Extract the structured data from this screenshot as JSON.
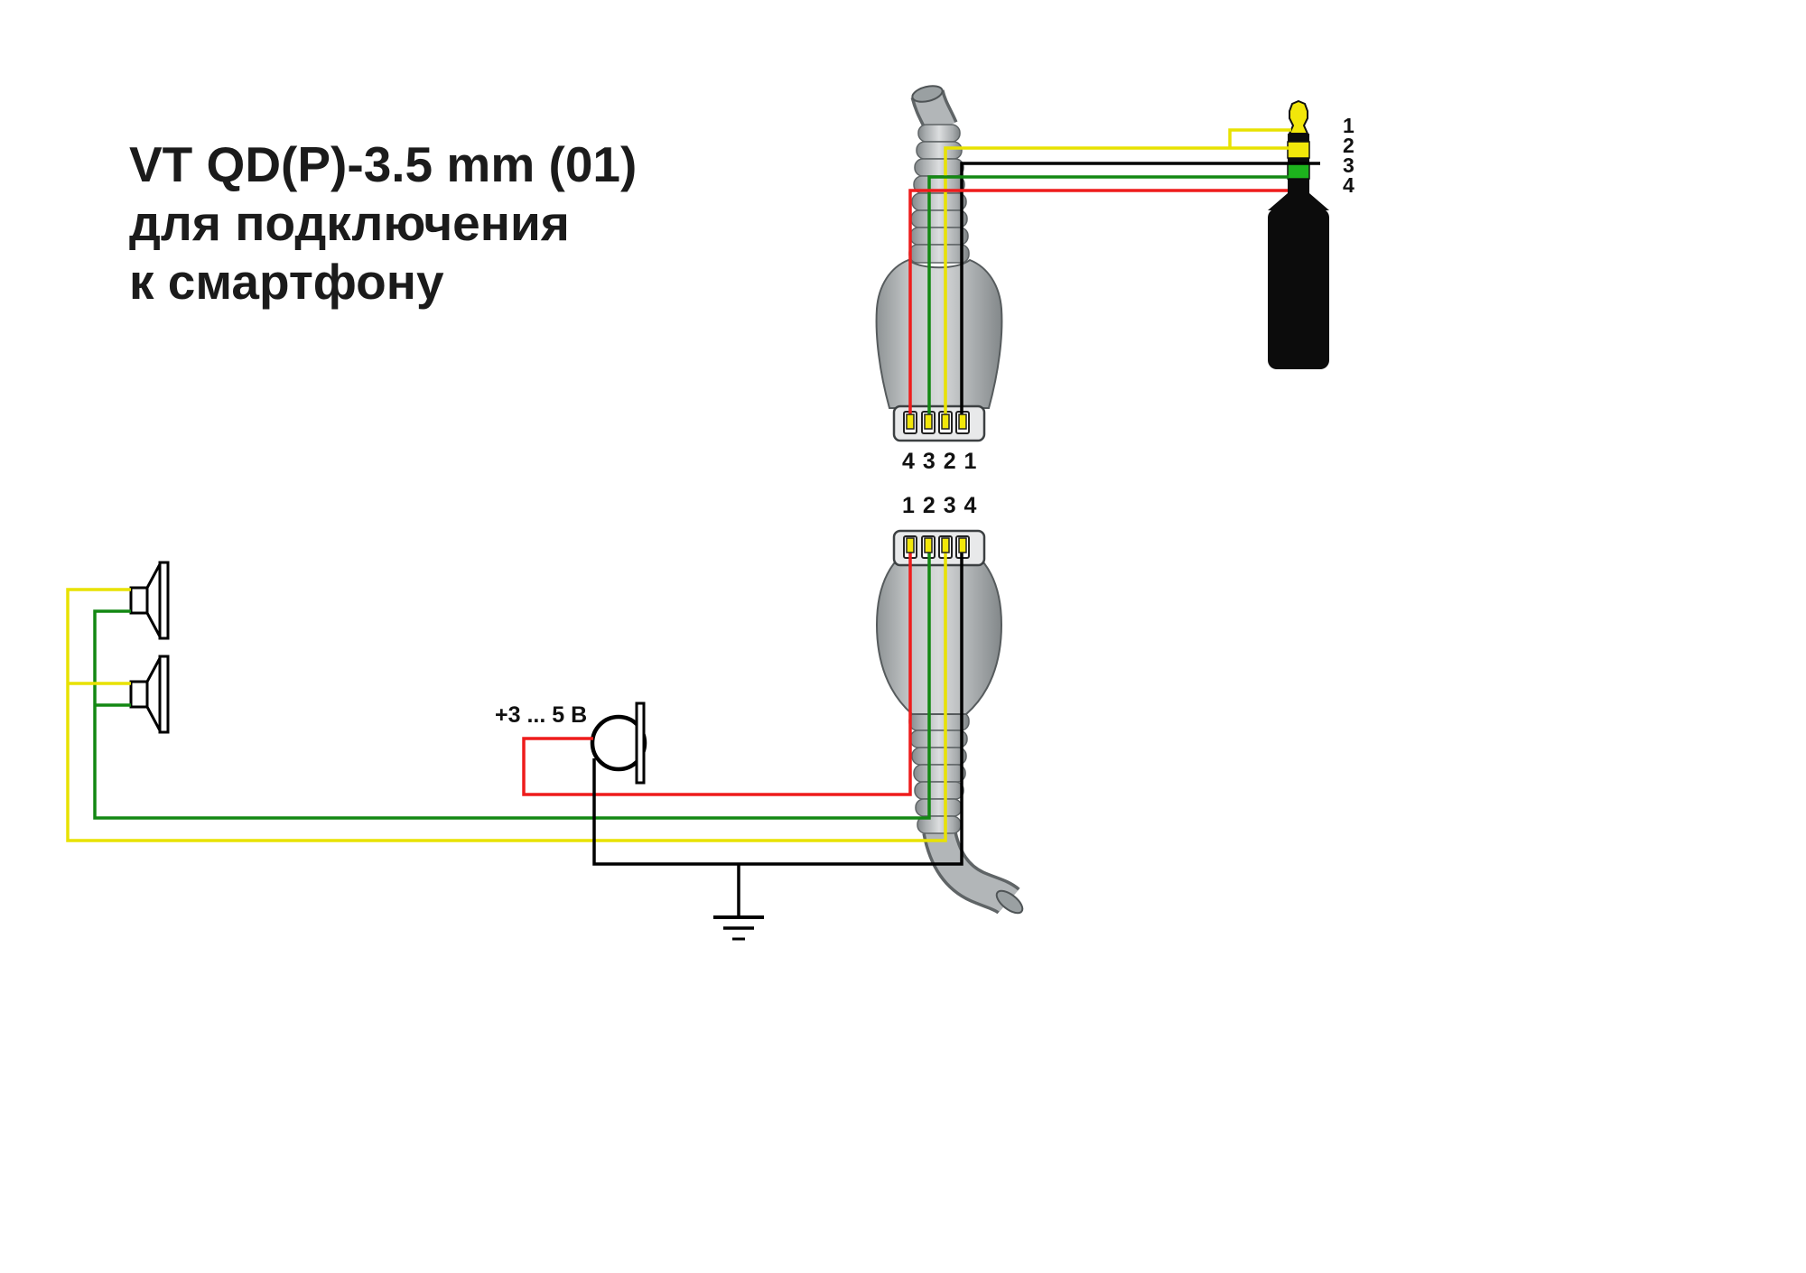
{
  "title": {
    "line1": "VT QD(P)-3.5 mm (01)",
    "line2": "для подключения",
    "line3": "к смартфону"
  },
  "mic": {
    "voltage_label": "+3 ... 5 В"
  },
  "qd_connector_top": {
    "pin_labels": "4 3 2 1"
  },
  "qd_connector_bottom": {
    "pin_labels": "1 2 3 4"
  },
  "jack": {
    "pin_labels": [
      "1",
      "2",
      "3",
      "4"
    ]
  },
  "colors": {
    "wire_yellow": "#e8e200",
    "wire_green": "#138813",
    "wire_red": "#ee1c1c",
    "wire_black": "#000000",
    "pin_yellow": "#f2e70a",
    "jack_tip_yellow": "#f2e70a",
    "jack_band_yellow": "#f2e70a",
    "jack_band_green": "#1db31d",
    "jack_black": "#0c0c0c",
    "connector_gray": "#b2b6b8",
    "ink": "#1b1b1b"
  }
}
